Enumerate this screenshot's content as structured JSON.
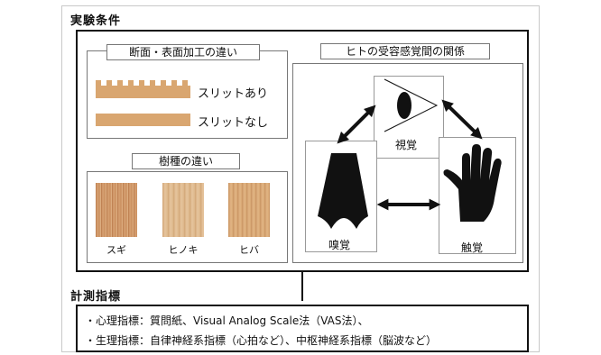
{
  "conditions": {
    "title": "実験条件",
    "surface": {
      "title": "断面・表面加工の違い",
      "slit_yes": "スリットあり",
      "slit_no": "スリットなし"
    },
    "wood": {
      "title": "樹種の違い",
      "species": [
        "スギ",
        "ヒノキ",
        "ヒバ"
      ]
    },
    "senses": {
      "title": "ヒトの受容感覚間の関係",
      "vision": "視覚",
      "smell": "嗅覚",
      "touch": "触覚"
    }
  },
  "metrics": {
    "title": "計測指標",
    "psych": "・心理指標：質問紙、Visual Analog Scale法（VAS法）、",
    "physio": "・生理指標：自律神経系指標（心拍など）、中枢神経系指標（脳波など）"
  },
  "colors": {
    "wood_light": "#d9a670",
    "sugi": "#c98f5e",
    "hinoki": "#dcb688",
    "hiba": "#d7a672"
  }
}
